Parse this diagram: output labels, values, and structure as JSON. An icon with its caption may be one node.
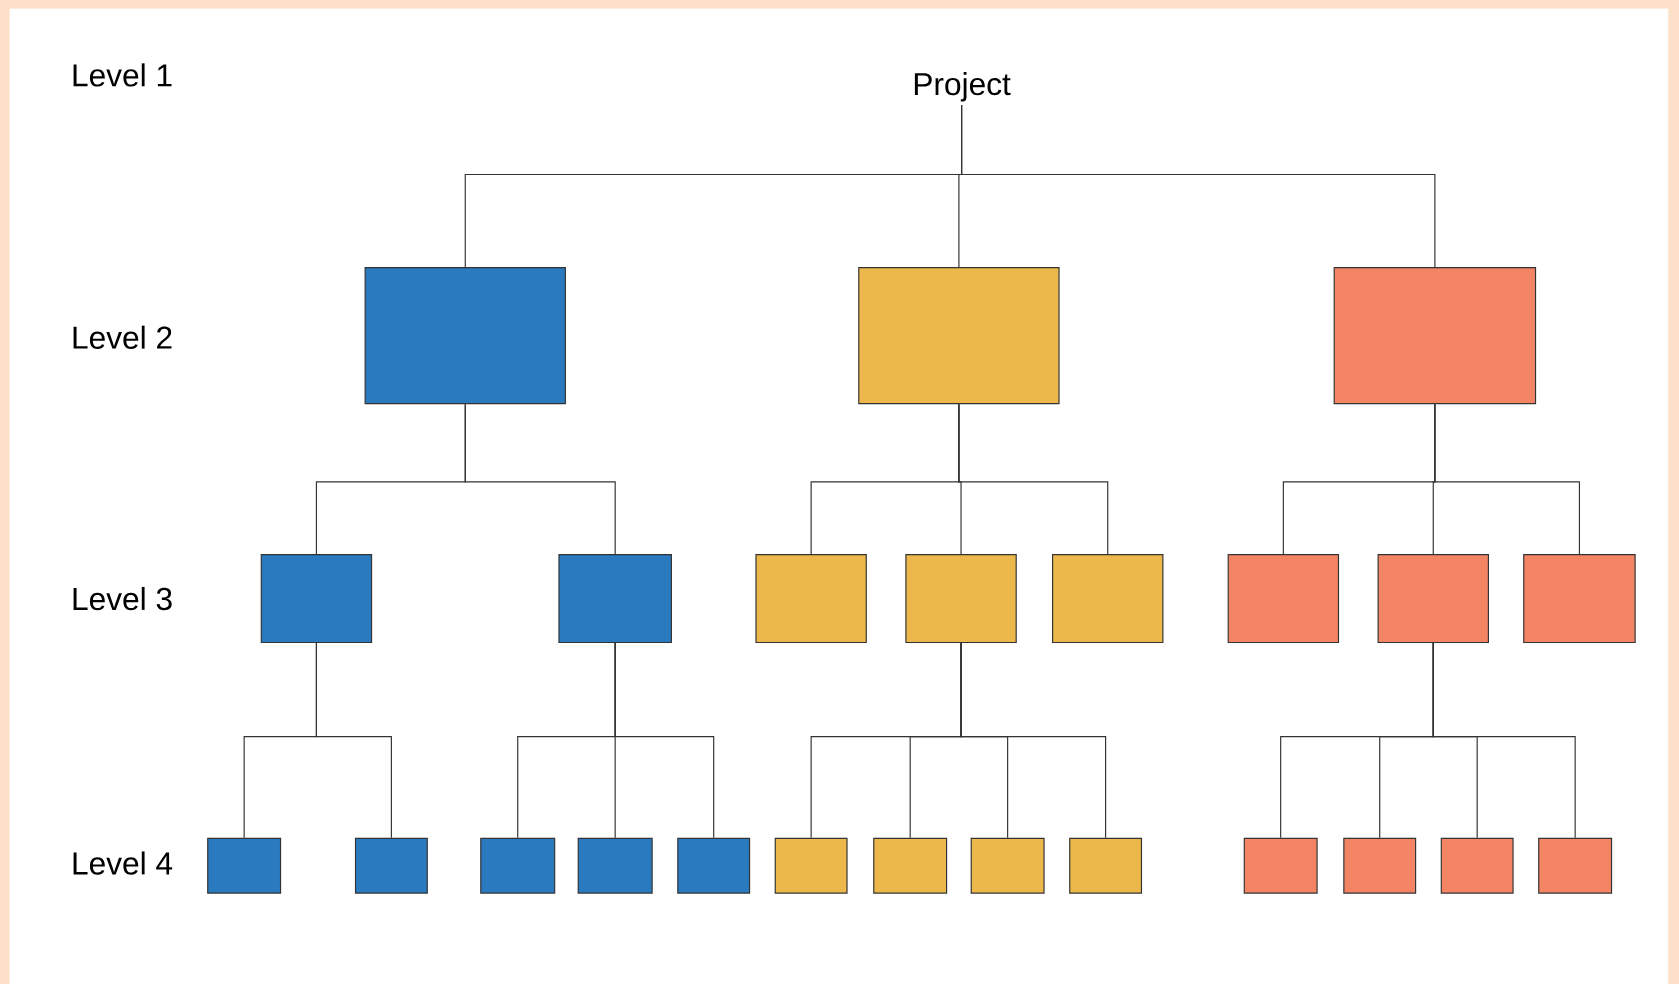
{
  "diagram": {
    "nodes": [
      {
        "text": [
          "Project"
        ]
      },
      {
        "text": [],
        "shape": "box"
      },
      {
        "text": [],
        "shape": "box"
      },
      {
        "text": [],
        "shape": "box"
      },
      {
        "text": [],
        "shape": "box"
      },
      {
        "text": [],
        "shape": "box"
      },
      {
        "text": [],
        "shape": "box"
      },
      {
        "text": [],
        "shape": "box"
      },
      {
        "text": [],
        "shape": "box"
      },
      {
        "text": [],
        "shape": "box"
      },
      {
        "text": [],
        "shape": "box"
      },
      {
        "text": [],
        "shape": "box"
      },
      {
        "text": [],
        "shape": "box"
      },
      {
        "text": [],
        "shape": "box"
      },
      {
        "text": [],
        "shape": "box"
      },
      {
        "text": [],
        "shape": "box"
      },
      {
        "text": [],
        "shape": "box"
      },
      {
        "text": [],
        "shape": "box"
      },
      {
        "text": [],
        "shape": "box"
      },
      {
        "text": [],
        "shape": "box"
      },
      {
        "text": [],
        "shape": "box"
      },
      {
        "text": [],
        "shape": "box"
      },
      {
        "text": [],
        "shape": "box"
      },
      {
        "text": [],
        "shape": "box"
      },
      {
        "text": [],
        "shape": "box"
      }
    ],
    "edges": [
      {
        "from": 0,
        "to": 1,
        "arrow": "none"
      },
      {
        "from": 0,
        "to": 2,
        "arrow": "none"
      },
      {
        "from": 0,
        "to": 3,
        "arrow": "none"
      },
      {
        "from": 1,
        "to": 4,
        "arrow": "none"
      },
      {
        "from": 1,
        "to": 5,
        "arrow": "none"
      },
      {
        "from": 2,
        "to": 6,
        "arrow": "none"
      },
      {
        "from": 2,
        "to": 7,
        "arrow": "none"
      },
      {
        "from": 2,
        "to": 8,
        "arrow": "none"
      },
      {
        "from": 3,
        "to": 9,
        "arrow": "none"
      },
      {
        "from": 3,
        "to": 10,
        "arrow": "none"
      },
      {
        "from": 3,
        "to": 11,
        "arrow": "none"
      },
      {
        "from": 4,
        "to": 12,
        "arrow": "none"
      },
      {
        "from": 4,
        "to": 13,
        "arrow": "none"
      },
      {
        "from": 5,
        "to": 14,
        "arrow": "none"
      },
      {
        "from": 5,
        "to": 15,
        "arrow": "none"
      },
      {
        "from": 5,
        "to": 16,
        "arrow": "none"
      },
      {
        "from": 7,
        "to": 17,
        "arrow": "none"
      },
      {
        "from": 7,
        "to": 18,
        "arrow": "none"
      },
      {
        "from": 7,
        "to": 19,
        "arrow": "none"
      },
      {
        "from": 7,
        "to": 20,
        "arrow": "none"
      },
      {
        "from": 10,
        "to": 21,
        "arrow": "none"
      },
      {
        "from": 10,
        "to": 22,
        "arrow": "none"
      },
      {
        "from": 10,
        "to": 23,
        "arrow": "none"
      },
      {
        "from": 10,
        "to": 24,
        "arrow": "none"
      }
    ],
    "labels": [
      "Level 1",
      "Level 2",
      "Level 3",
      "Level 4"
    ]
  }
}
